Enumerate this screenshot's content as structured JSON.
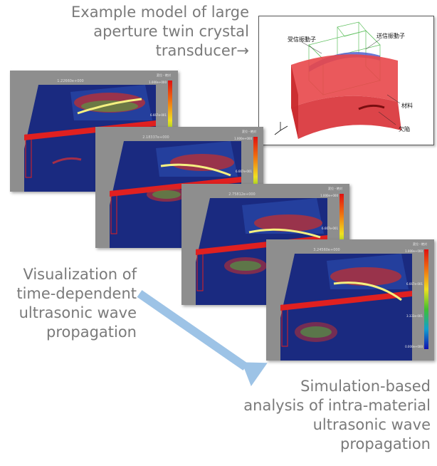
{
  "captions": {
    "model": [
      "Example model of large",
      "aperture twin crystal",
      "transducer→"
    ],
    "visualization": [
      "Visualization of",
      "time-dependent",
      "ultrasonic wave",
      "propagation"
    ],
    "simulation": [
      "Simulation-based",
      "analysis of intra-material",
      "ultrasonic wave",
      "propagation"
    ]
  },
  "model_labels": {
    "receiver": "受信振動子",
    "transmitter": "送信振動子",
    "material": "材料",
    "defect": "欠陥"
  },
  "frames": [
    {
      "timestamp": "1.22660e+000",
      "cb_title": "変位・絶対",
      "cb_max": "1.000e+000",
      "cb_mid": "6.667e-001"
    },
    {
      "timestamp": "2.18337e+000",
      "cb_title": "変位・絶対",
      "cb_max": "1.000e+000",
      "cb_mid": "6.667e-001"
    },
    {
      "timestamp": "2.75812e+000",
      "cb_title": "変位・絶対",
      "cb_max": "1.000e+000",
      "cb_mid": "6.667e-001"
    },
    {
      "timestamp": "3.24560e+000",
      "cb_title": "変位・絶対",
      "cb_max": "1.000e+000",
      "cb_mid": "6.667e-001",
      "cb_low": "3.333e-001",
      "cb_min": "0.000e+000"
    }
  ],
  "colors": {
    "caption_text": "#7a7a7a",
    "arrow": "#9dc3e6",
    "material_red": "#e8474a",
    "transducer_blue": "#5060d0",
    "field_blue": "#1a2a80",
    "frame_bg": "#8e8e8e"
  }
}
